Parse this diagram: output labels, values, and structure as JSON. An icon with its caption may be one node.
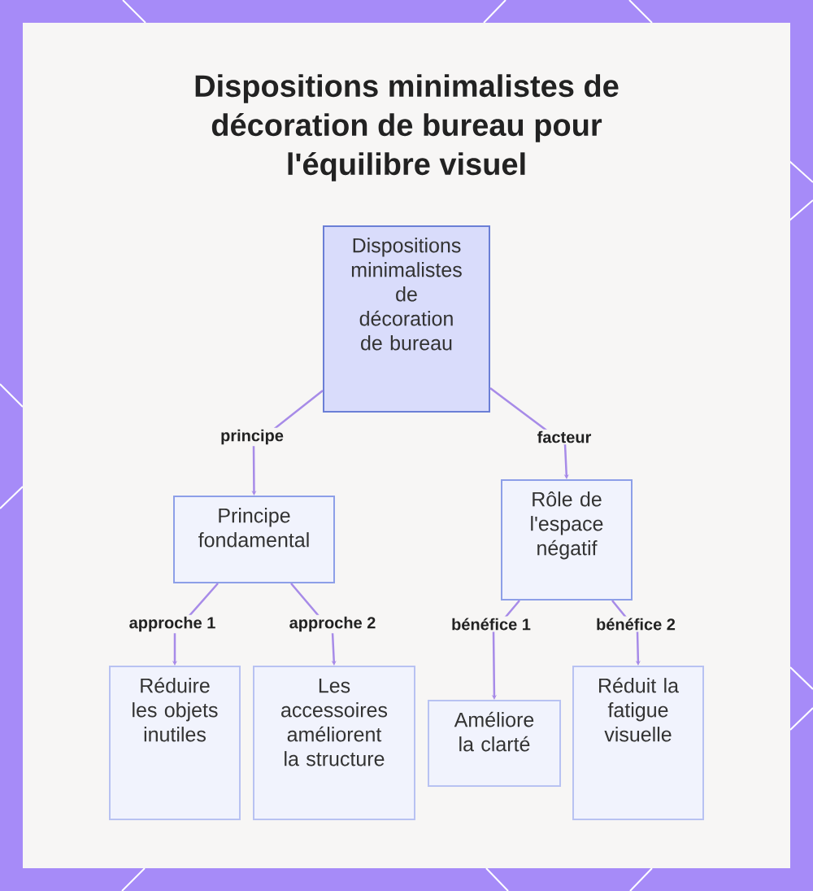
{
  "diagram": {
    "title": "Dispositions minimalistes de décoration de bureau pour l'équilibre visuel",
    "nodes": [
      {
        "text": [
          "Dispositions minimalistes de décoration de bureau"
        ]
      },
      {
        "text": [
          "Principe fondamental"
        ]
      },
      {
        "text": [
          "Rôle de l'espace négatif"
        ]
      },
      {
        "text": [
          "Réduire les objets inutiles"
        ]
      },
      {
        "text": [
          "Les accessoires améliorent la structure"
        ]
      },
      {
        "text": [
          "Améliore la clarté"
        ]
      },
      {
        "text": [
          "Réduit la fatigue visuelle"
        ]
      }
    ],
    "edges": [
      {
        "from": 0,
        "to": 1,
        "arrow": "to",
        "label": "principe"
      },
      {
        "from": 0,
        "to": 2,
        "arrow": "to",
        "label": "facteur"
      },
      {
        "from": 1,
        "to": 3,
        "arrow": "to",
        "label": "approche 1"
      },
      {
        "from": 1,
        "to": 4,
        "arrow": "to",
        "label": "approche 2"
      },
      {
        "from": 2,
        "to": 5,
        "arrow": "to",
        "label": "bénéfice 1"
      },
      {
        "from": 2,
        "to": 6,
        "arrow": "to",
        "label": "bénéfice 2"
      }
    ]
  }
}
